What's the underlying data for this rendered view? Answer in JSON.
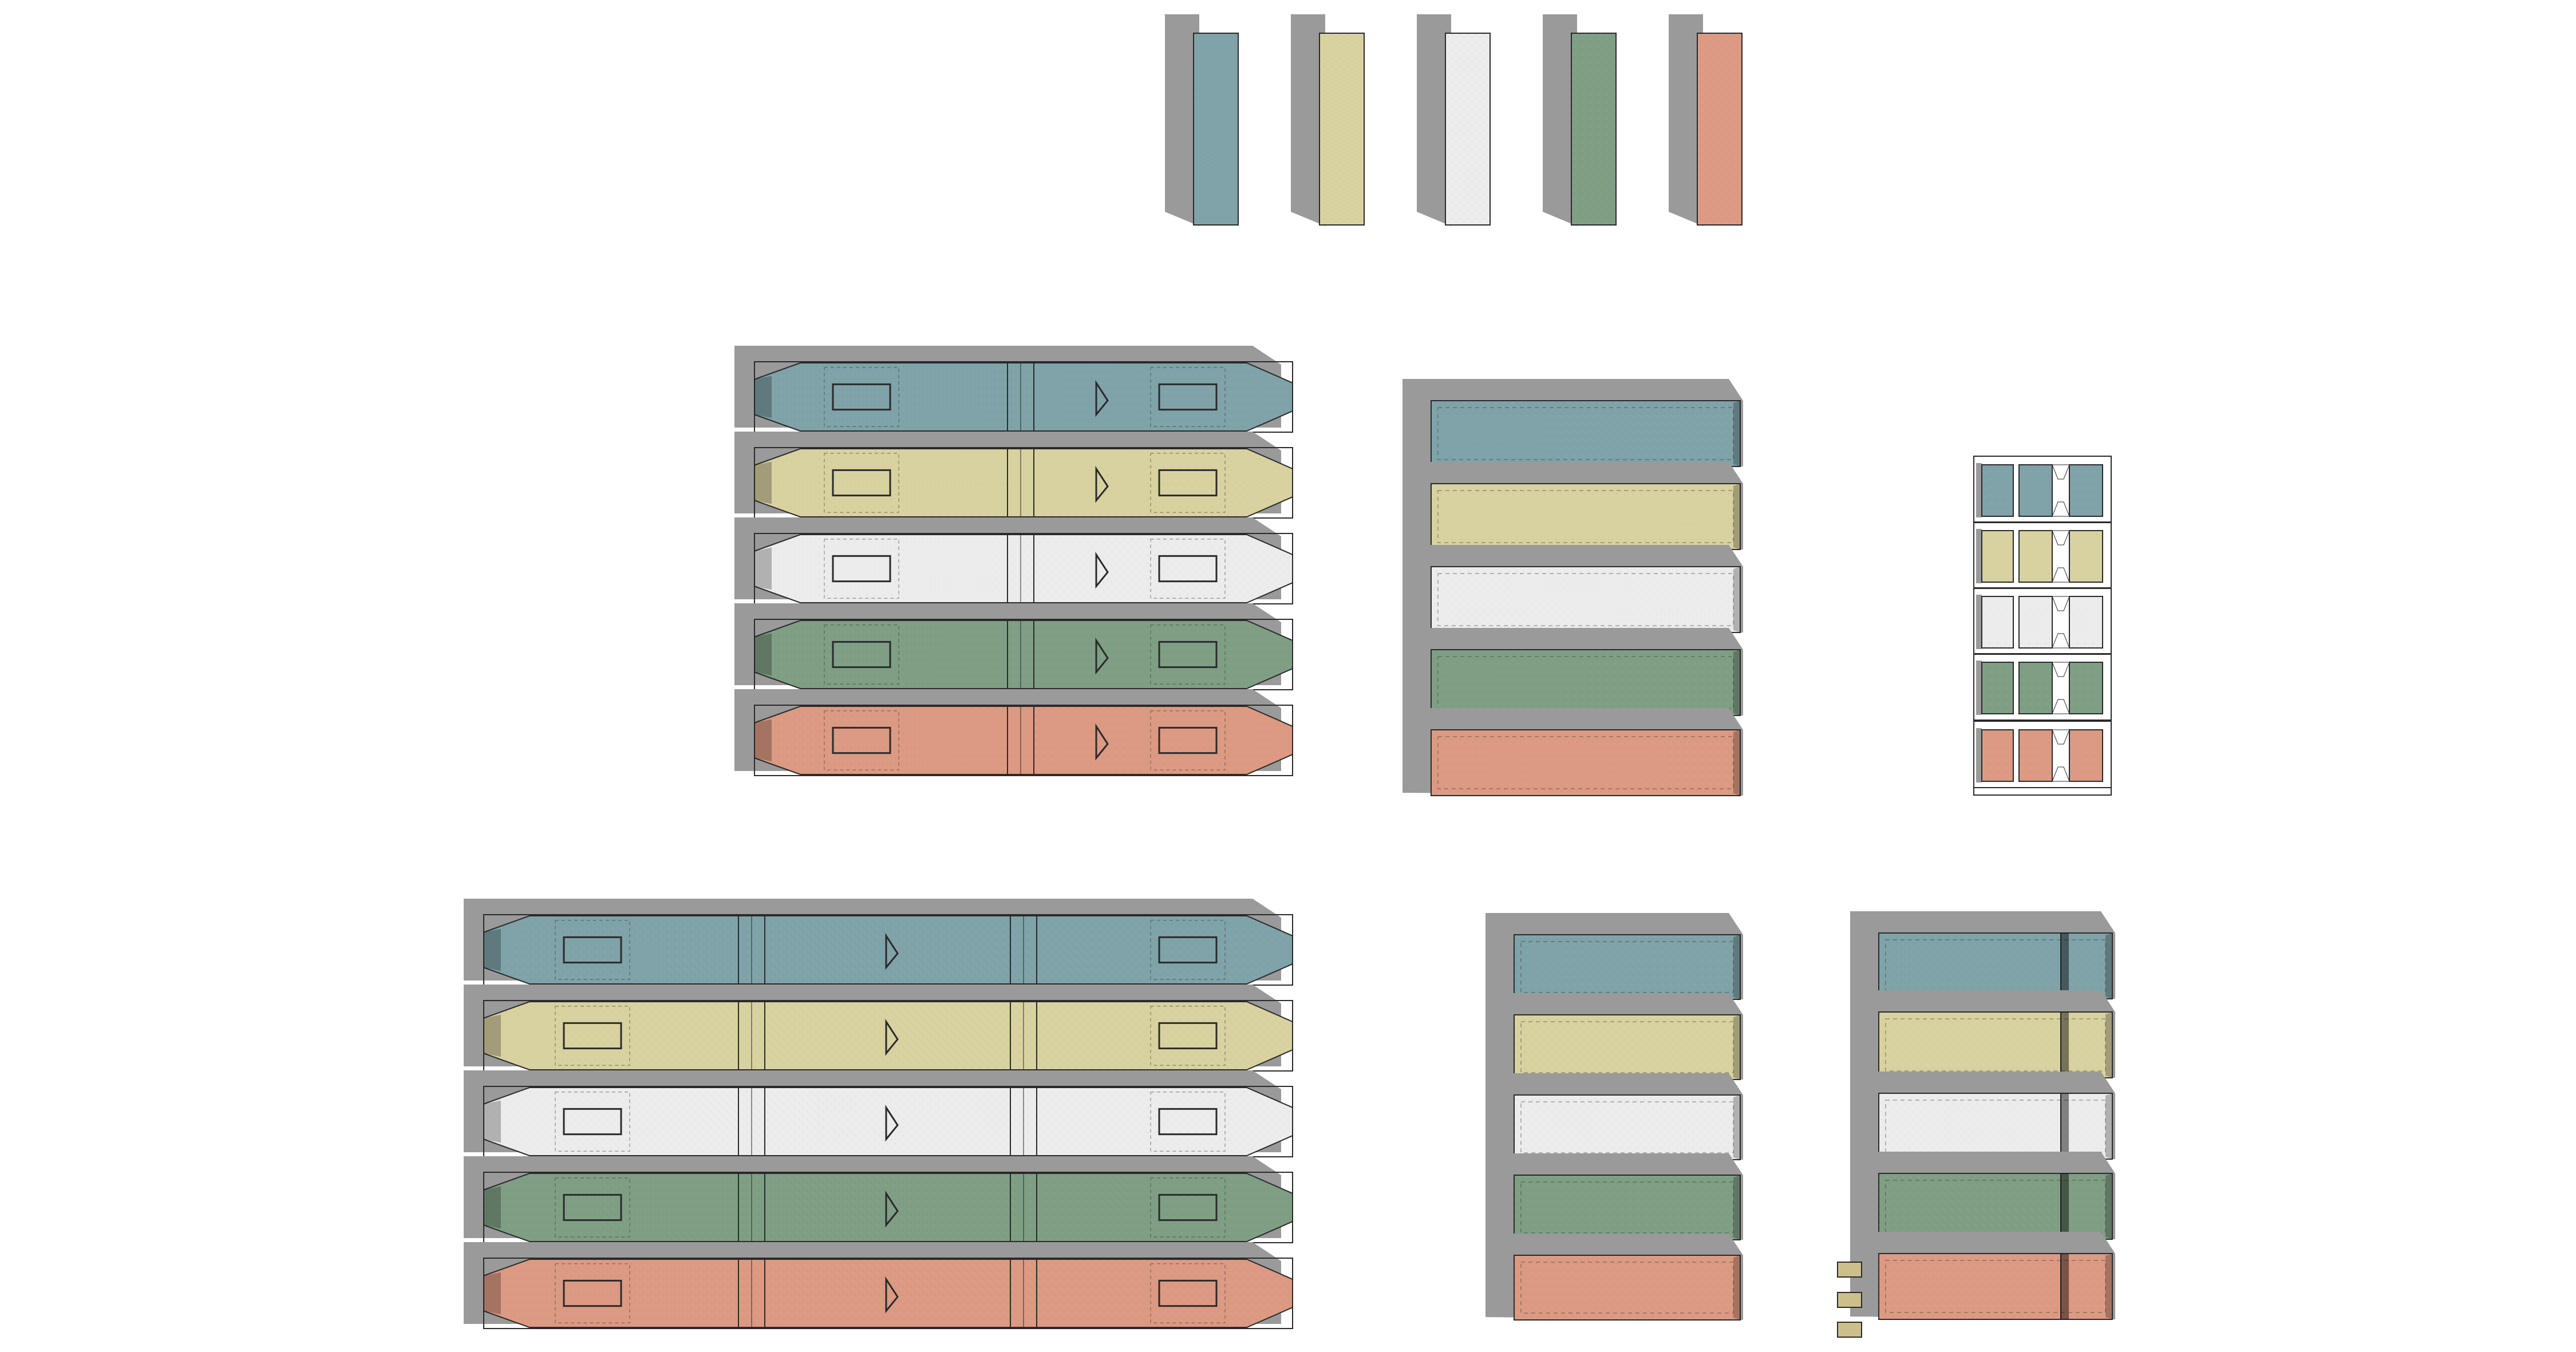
{
  "sheet": {
    "palette": [
      "#7fa3a8",
      "#d8d2a0",
      "#ececec",
      "#7f9f85",
      "#dc9a82"
    ],
    "shadow_color": "#9a9a9a",
    "outline_color": "#2a2a2a",
    "groups": [
      {
        "name": "swatch-strips",
        "count": 5
      },
      {
        "name": "pointed-bus-short",
        "count": 5
      },
      {
        "name": "box-panel-large",
        "count": 5
      },
      {
        "name": "mini-vehicle-tiles",
        "count": 5
      },
      {
        "name": "pointed-bus-long",
        "count": 5
      },
      {
        "name": "box-panel-small",
        "count": 5
      },
      {
        "name": "box-panel-with-cab",
        "count": 5
      }
    ]
  }
}
